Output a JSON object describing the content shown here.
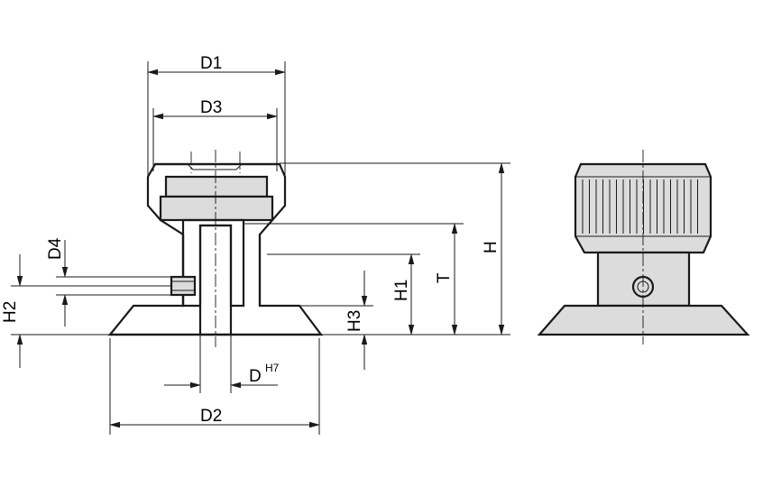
{
  "labels": {
    "D1": "D1",
    "D3": "D3",
    "D4": "D4",
    "D": "D",
    "H7": "H7",
    "D2": "D2",
    "H": "H",
    "T": "T",
    "H1": "H1",
    "H2": "H2",
    "H3": "H3"
  },
  "colors": {
    "line": "#1a1a1a",
    "fill": "#dcdcdc",
    "background": "#ffffff"
  }
}
